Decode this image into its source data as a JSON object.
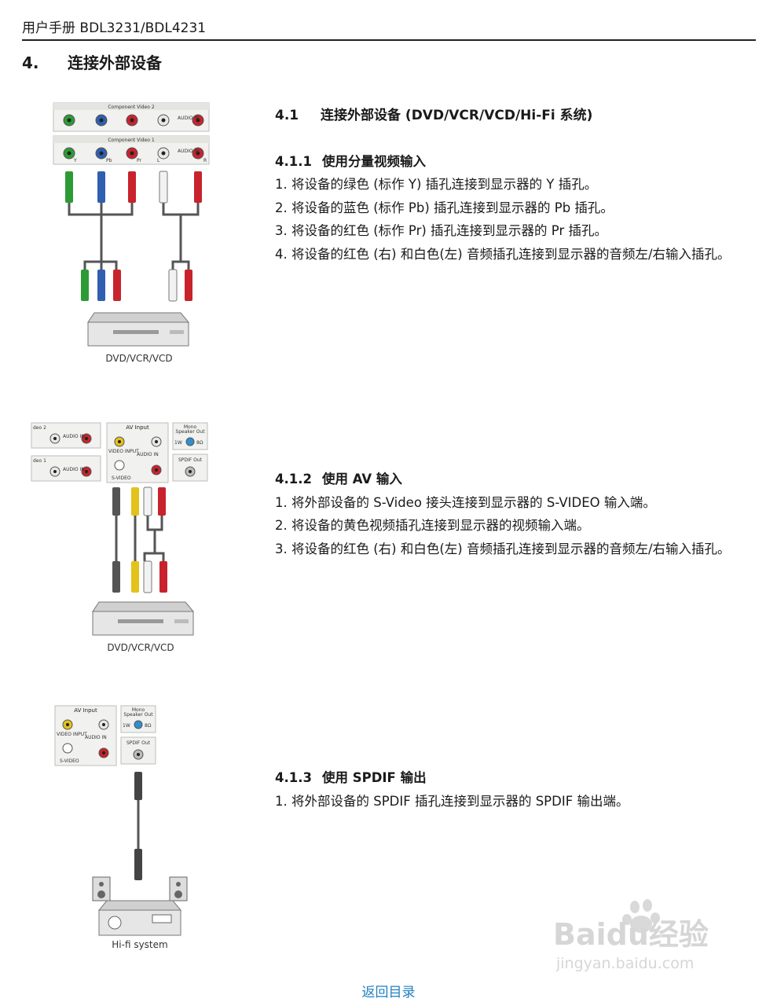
{
  "header": {
    "title": "用户手册 BDL3231/BDL4231"
  },
  "chapter": {
    "number": "4.",
    "title": "连接外部设备"
  },
  "section": {
    "number": "4.1",
    "title": "连接外部设备 (DVD/VCR/VCD/Hi-Fi 系统)"
  },
  "sub1": {
    "number": "4.1.1",
    "title": "使用分量视频输入",
    "items": [
      "1. 将设备的绿色 (标作 Y) 插孔连接到显示器的 Y 插孔。",
      "2. 将设备的蓝色 (标作 Pb) 插孔连接到显示器的 Pb 插孔。",
      "3. 将设备的红色 (标作 Pr) 插孔连接到显示器的 Pr 插孔。",
      "4. 将设备的红色 (右) 和白色(左) 音频插孔连接到显示器的音频左/右输入插孔。"
    ]
  },
  "sub2": {
    "number": "4.1.2",
    "title": "使用 AV 输入",
    "items": [
      "1. 将外部设备的 S-Video 接头连接到显示器的 S-VIDEO 输入端。",
      "2. 将设备的黄色视频插孔连接到显示器的视频输入端。",
      "3. 将设备的红色 (右) 和白色(左) 音频插孔连接到显示器的音频左/右输入插孔。"
    ]
  },
  "sub3": {
    "number": "4.1.3",
    "title": "使用 SPDIF 输出",
    "items": [
      "1. 将外部设备的 SPDIF 插孔连接到显示器的 SPDIF 输出端。"
    ]
  },
  "figures": {
    "fig1": {
      "panel_top": "Component Video 2",
      "panel_bottom": "Component Video 1",
      "jack_y": "Y",
      "jack_pb": "Pb",
      "jack_pr": "Pr",
      "jack_l": "L",
      "jack_r": "R",
      "audio_in": "AUDIO IN",
      "device": "DVD/VCR/VCD"
    },
    "fig2": {
      "panel_top": "deo 2",
      "panel_bottom": "deo 1",
      "audio_in": "AUDIO IN",
      "av_input": "AV Input",
      "video_input": "VIDEO INPUT",
      "svideo": "S-VIDEO",
      "mono": "Mono",
      "speaker_out": "Speaker Out",
      "power": "1W",
      "ohm": "8Ω",
      "spdif_out": "SPDIF Out",
      "device": "DVD/VCR/VCD"
    },
    "fig3": {
      "av_input": "AV Input",
      "video_input": "VIDEO INPUT",
      "svideo": "S-VIDEO",
      "audio_in": "AUDIO IN",
      "mono": "Mono",
      "speaker_out": "Speaker Out",
      "power": "1W",
      "ohm": "8Ω",
      "spdif_out": "SPDIF Out",
      "device": "Hi-fi system"
    }
  },
  "colors": {
    "green": "#2d9b35",
    "blue": "#2f5fb0",
    "red": "#c8232c",
    "yellow": "#e3c21c",
    "white": "#f2f2f2",
    "cable": "#555555",
    "link": "#1f7fc0"
  },
  "footer": {
    "link": "返回目录"
  },
  "watermark": {
    "brand": "Baidu经验",
    "url": "jingyan.baidu.com"
  }
}
